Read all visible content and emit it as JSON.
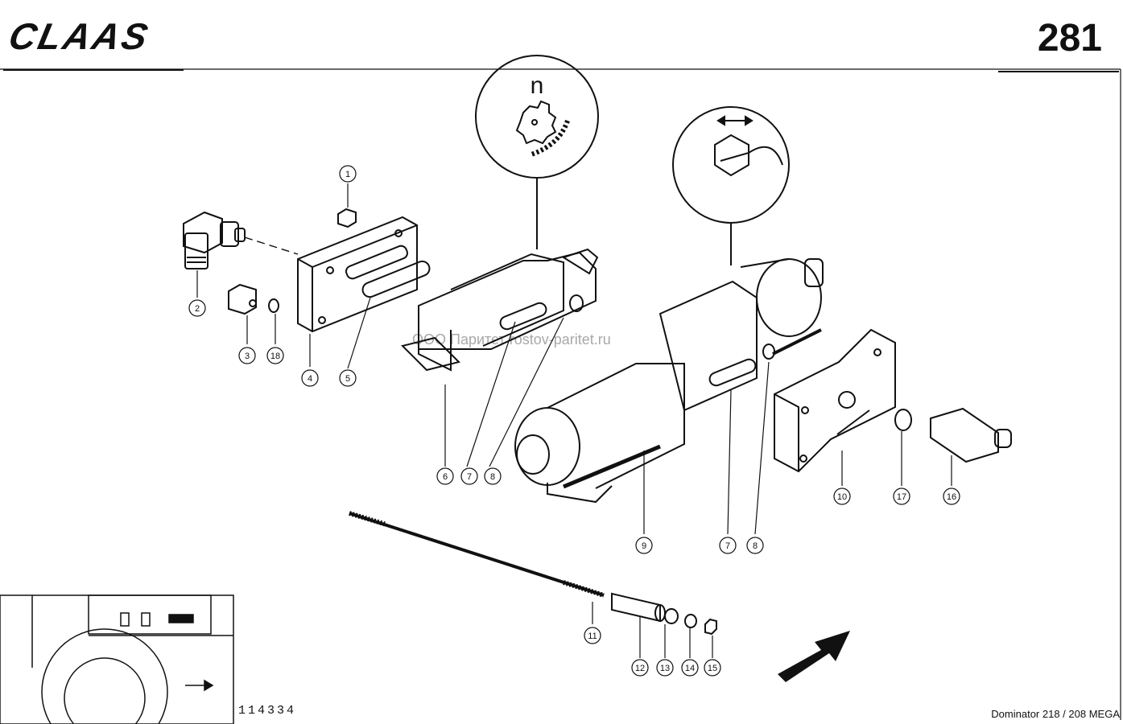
{
  "header": {
    "brand": "CLAAS",
    "page_number": "281"
  },
  "symbols": {
    "left_symbol_letter": "n",
    "left_symbol_icon": "rotary-knob-icon",
    "right_symbol_icon": "horizontal-adjust-icon"
  },
  "callouts": [
    "1",
    "2",
    "3",
    "18",
    "4",
    "5",
    "6",
    "7",
    "8",
    "9",
    "7",
    "8",
    "10",
    "17",
    "16",
    "11",
    "12",
    "13",
    "14",
    "15"
  ],
  "footer": {
    "catalog_number": "114334",
    "model": "Dominator 218 / 208 MEGA"
  },
  "watermark": "ООО Паритет  rostov-paritet.ru"
}
